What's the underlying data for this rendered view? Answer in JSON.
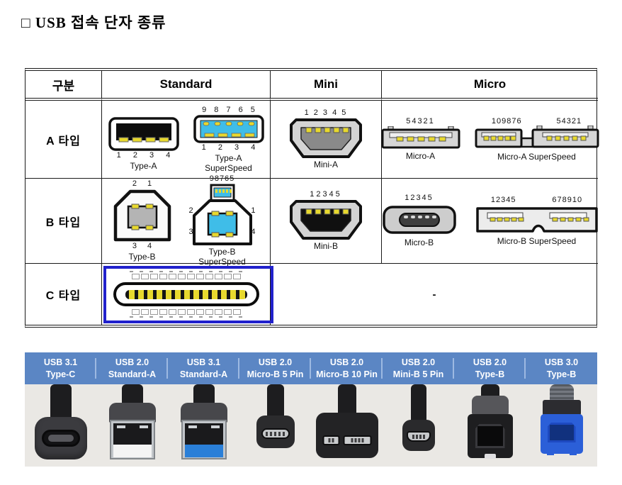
{
  "title": "□ USB 접속 단자 종류",
  "table": {
    "headers": {
      "category": "구분",
      "standard": "Standard",
      "mini": "Mini",
      "micro": "Micro"
    },
    "row_a": {
      "label": "A 타입",
      "type_a": {
        "pins_bottom": "1 2 3 4",
        "caption": "Type-A"
      },
      "type_a_ss": {
        "pins_top": "9 8 7 6 5",
        "pins_bottom": "1 2 3 4",
        "caption_line1": "Type-A",
        "caption_line2": "SuperSpeed"
      },
      "mini_a": {
        "pins_top": "1 2 3 4 5",
        "caption": "Mini-A"
      },
      "micro_a": {
        "pins_top": "54321",
        "caption": "Micro-A"
      },
      "micro_a_ss": {
        "pins_left": "109876",
        "pins_right": "54321",
        "caption": "Micro-A SuperSpeed"
      }
    },
    "row_b": {
      "label": "B 타입",
      "type_b": {
        "pins_top": "2 1",
        "pins_bottom": "3 4",
        "caption": "Type-B"
      },
      "type_b_ss": {
        "pins_top": "98765",
        "pin_top_left": "2",
        "pin_top_right": "1",
        "pin_bottom_left": "3",
        "pin_bottom_right": "4",
        "caption_line1": "Type-B",
        "caption_line2": "SuperSpeed"
      },
      "mini_b": {
        "pins_top": "12345",
        "caption": "Mini-B"
      },
      "micro_b": {
        "pins_top": "12345",
        "caption": "Micro-B"
      },
      "micro_b_ss": {
        "pins_left": "12345",
        "pins_right": "678910",
        "caption": "Micro-B SuperSpeed"
      }
    },
    "row_c": {
      "label": "C 타입",
      "merged_cell": "-"
    }
  },
  "infographic": {
    "items": [
      {
        "line1": "USB 3.1",
        "line2": "Type-C"
      },
      {
        "line1": "USB 2.0",
        "line2": "Standard-A"
      },
      {
        "line1": "USB 3.1",
        "line2": "Standard-A"
      },
      {
        "line1": "USB 2.0",
        "line2": "Micro-B 5 Pin"
      },
      {
        "line1": "USB 2.0",
        "line2": "Micro-B 10 Pin"
      },
      {
        "line1": "USB 2.0",
        "line2": "Mini-B 5 Pin"
      },
      {
        "line1": "USB 2.0",
        "line2": "Type-B"
      },
      {
        "line1": "USB 3.0",
        "line2": "Type-B"
      }
    ]
  },
  "colors": {
    "banner_blue": "#5b86c4",
    "highlight_blue": "#2121cc",
    "superspeed_cyan": "#3fbde8",
    "pin_yellow": "#e8d92e",
    "usb3_blue": "#2a7fd8",
    "photo_strip_bg": "#eae8e4"
  }
}
